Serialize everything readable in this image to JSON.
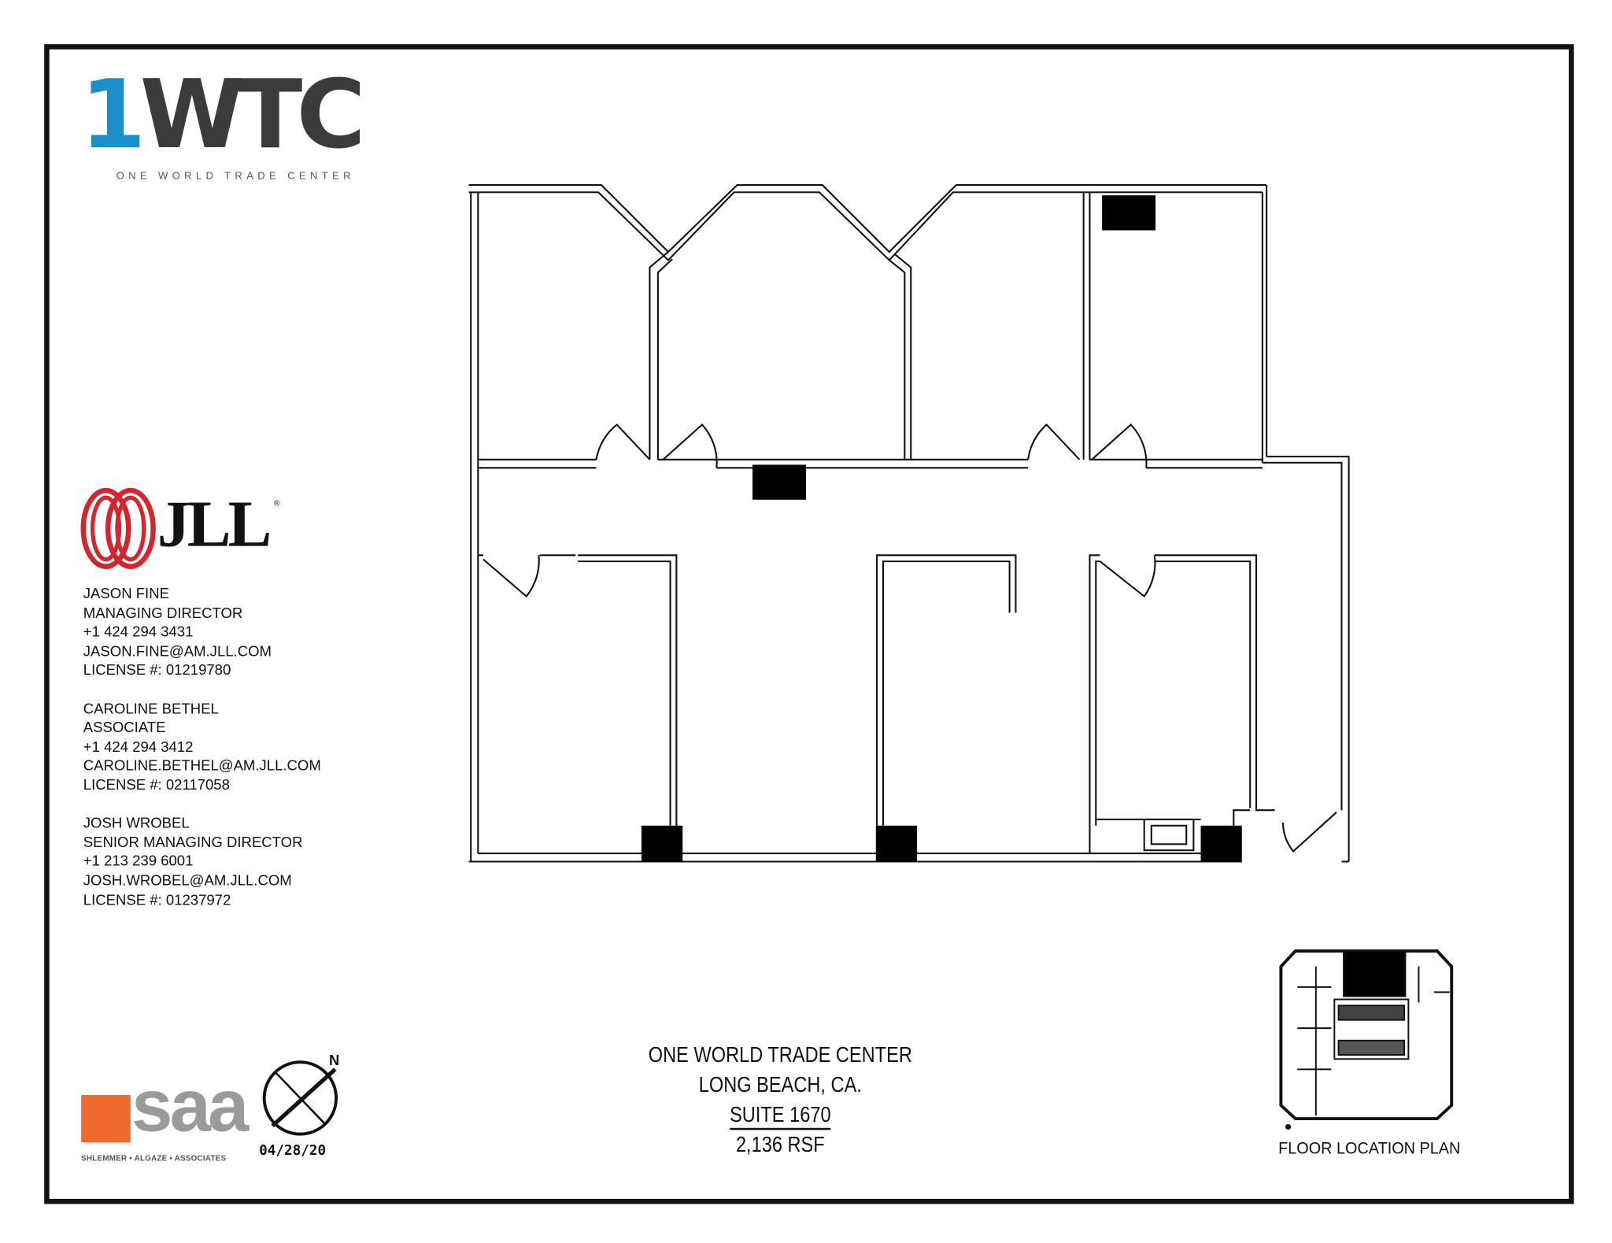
{
  "logos": {
    "wtc": {
      "number": "1",
      "letters": "WTC",
      "subtitle": "ONE WORLD TRADE CENTER",
      "colors": {
        "number": "#1c8fca",
        "letters": "#3a3b3d"
      }
    },
    "jll": {
      "text": "JLL",
      "registered": "®",
      "color": "#d0282e"
    },
    "saa": {
      "text": "saa",
      "tagline": "SHLEMMER • ALGAZE • ASSOCIATES",
      "accent": "#ef6a2e"
    }
  },
  "contacts": [
    {
      "name": "JASON FINE",
      "title": "MANAGING DIRECTOR",
      "phone": "+1 424 294 3431",
      "email": "JASON.FINE@AM.JLL.COM",
      "license": "LICENSE #: 01219780"
    },
    {
      "name": "CAROLINE BETHEL",
      "title": "ASSOCIATE",
      "phone": "+1 424 294 3412",
      "email": "CAROLINE.BETHEL@AM.JLL.COM",
      "license": "LICENSE #: 02117058"
    },
    {
      "name": "JOSH WROBEL",
      "title": "SENIOR MANAGING DIRECTOR",
      "phone": "+1 213 239 6001",
      "email": "JOSH.WROBEL@AM.JLL.COM",
      "license": "LICENSE #: 01237972"
    }
  ],
  "compass": {
    "north_label": "N",
    "date": "04/28/20"
  },
  "title_block": {
    "building": "ONE WORLD TRADE CENTER",
    "city": "LONG BEACH, CA.",
    "suite": "SUITE 1670",
    "area": "2,136 RSF"
  },
  "floor_location_plan": {
    "label": "FLOOR LOCATION PLAN"
  }
}
